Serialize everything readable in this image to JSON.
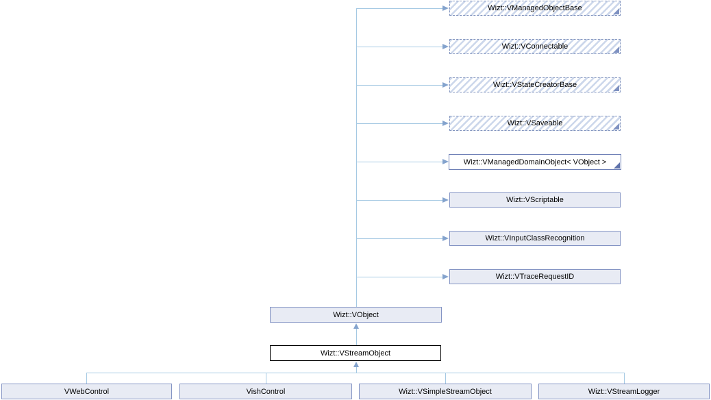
{
  "diagram": {
    "kind": "class-inheritance-graph",
    "current_class": "Wizt::VStreamObject"
  },
  "colors": {
    "edge_line": "#a5c9e3",
    "arrow": "#84a3cd",
    "box_fill": "#e8ebf4",
    "box_border": "#8494c4",
    "box_border_dark": "#6e80b6",
    "dashed_border": "#8294be",
    "hatch": "#ccd7eb",
    "current_border": "#000000",
    "fold_dashed": "#7e91c1",
    "fold_solid": "#5f72ab",
    "text": "#000000"
  },
  "nodes": {
    "managed_object_base": {
      "label": "Wizt::VManagedObjectBase"
    },
    "connectable": {
      "label": "Wizt::VConnectable"
    },
    "state_creator_base": {
      "label": "Wizt::VStateCreatorBase"
    },
    "saveable": {
      "label": "Wizt::VSaveable"
    },
    "managed_domain_object": {
      "label": "Wizt::VManagedDomainObject< VObject >"
    },
    "scriptable": {
      "label": "Wizt::VScriptable"
    },
    "input_class_recognition": {
      "label": "Wizt::VInputClassRecognition"
    },
    "trace_request_id": {
      "label": "Wizt::VTraceRequestID"
    },
    "vobject": {
      "label": "Wizt::VObject"
    },
    "stream_object": {
      "label": "Wizt::VStreamObject"
    },
    "web_control": {
      "label": "VWebControl"
    },
    "vish_control": {
      "label": "VishControl"
    },
    "simple_stream_object": {
      "label": "Wizt::VSimpleStreamObject"
    },
    "stream_logger": {
      "label": "Wizt::VStreamLogger"
    }
  }
}
